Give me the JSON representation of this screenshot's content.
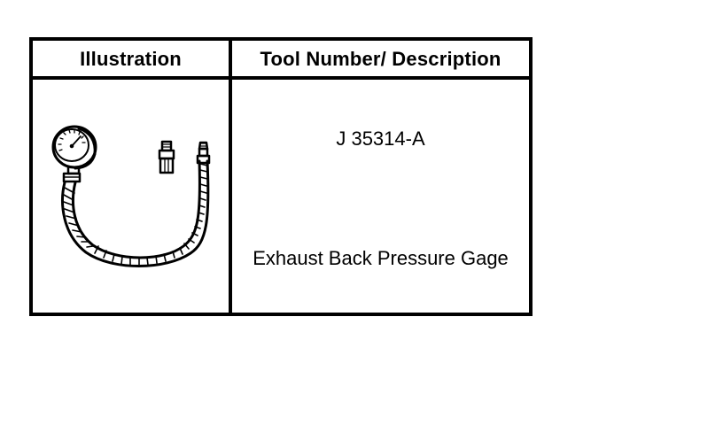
{
  "table": {
    "headers": {
      "illustration": "Illustration",
      "description": "Tool Number/ Description"
    },
    "rows": [
      {
        "illustration_icon": "exhaust-back-pressure-gage-icon",
        "tool_number": "J 35314-A",
        "description": "Exhaust Back Pressure Gage"
      }
    ]
  },
  "colors": {
    "ink": "#000000",
    "background": "#ffffff"
  }
}
